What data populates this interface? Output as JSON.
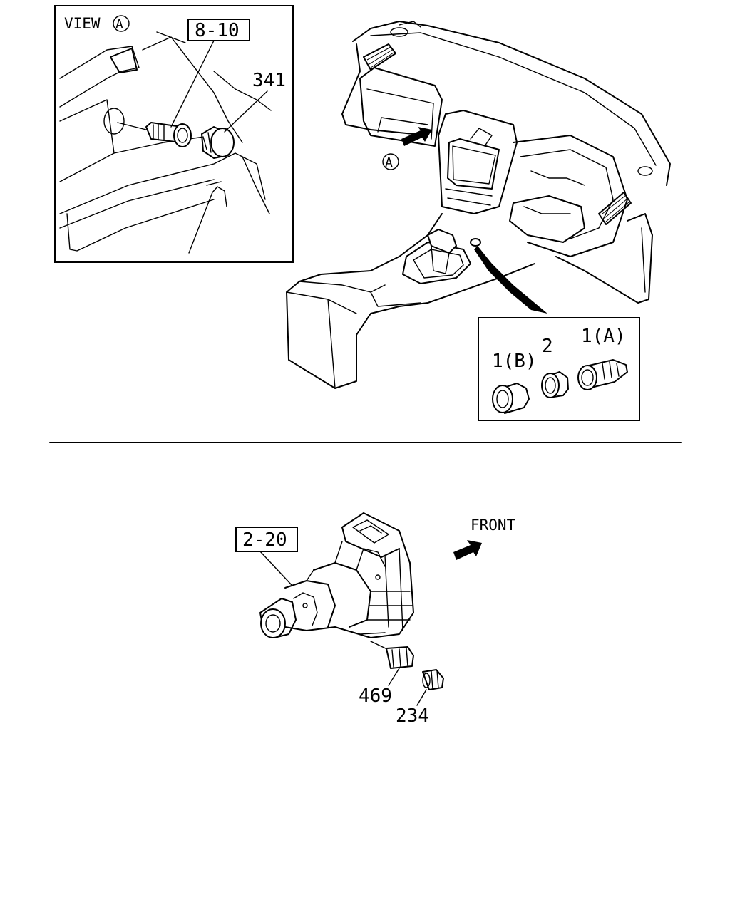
{
  "view_a": {
    "title": "VIEW",
    "marker": "A",
    "ref_box": "8-10",
    "part_label": "341"
  },
  "dashboard": {
    "view_marker": "A"
  },
  "detail_box": {
    "label_1b": "1(B)",
    "label_2": "2",
    "label_1a": "1(A)"
  },
  "transmission": {
    "ref_box": "2-20",
    "front_label": "FRONT",
    "part_469": "469",
    "part_234": "234"
  }
}
